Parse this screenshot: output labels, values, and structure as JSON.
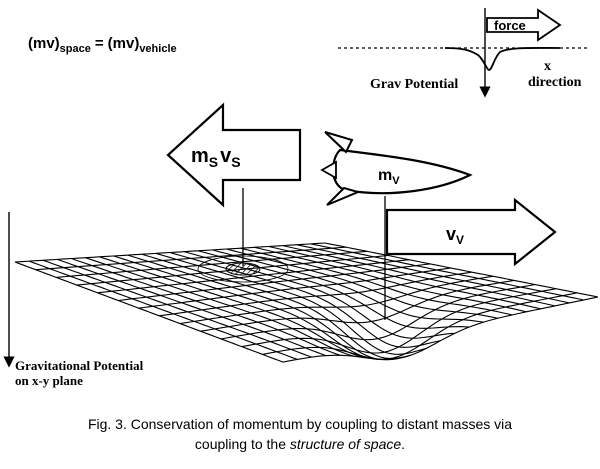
{
  "equation": {
    "lhs": "(mv)",
    "lhs_sub": "space",
    "equals": "=",
    "rhs": "(mv)",
    "rhs_sub": "vehicle"
  },
  "inset": {
    "force_label": "force",
    "potential_label": "Grav Potential",
    "axis_label_line1": "x",
    "axis_label_line2": "direction"
  },
  "labels": {
    "space_momentum_main": "m",
    "space_momentum_sub1": "S",
    "space_momentum_v": "v",
    "space_momentum_sub2": "S",
    "vehicle_mass_main": "m",
    "vehicle_mass_sub": "V",
    "vehicle_velocity_main": "v",
    "vehicle_velocity_sub": "V",
    "grav_potential_line1": "Gravitational Potential",
    "grav_potential_line2": "on x-y plane"
  },
  "caption": {
    "line1": "Fig. 3.  Conservation of momentum by coupling to distant masses via",
    "line2_prefix": "coupling to the ",
    "line2_italic": "structure of space",
    "line2_suffix": "."
  }
}
